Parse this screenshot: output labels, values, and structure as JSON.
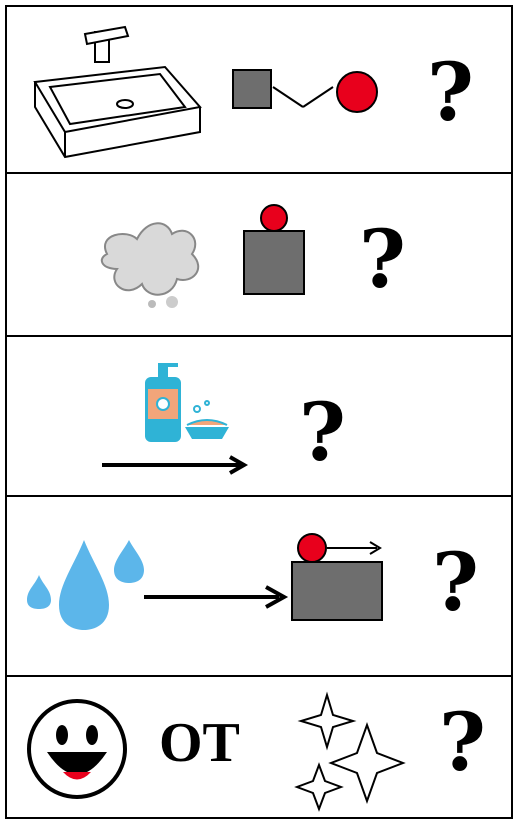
{
  "rows": [
    {
      "id": "sink-row",
      "question": "?"
    },
    {
      "id": "stain-row",
      "question": "?"
    },
    {
      "id": "soap-row",
      "question": "?"
    },
    {
      "id": "water-row",
      "question": "?"
    },
    {
      "id": "smile-row",
      "word": "ОТ",
      "question": "?"
    }
  ],
  "icons": {
    "row1": [
      "sink-icon",
      "square-icon",
      "arrows-icon",
      "red-circle-icon"
    ],
    "row2": [
      "stain-icon",
      "square-with-circle-icon"
    ],
    "row3": [
      "soap-dispenser-icon",
      "soap-bowl-icon",
      "long-arrow-icon"
    ],
    "row4": [
      "water-drops-icon",
      "long-arrow-icon",
      "square-with-moving-circle-icon"
    ],
    "row5": [
      "smiley-face-icon",
      "sparkles-icon"
    ]
  },
  "colors": {
    "red": "#e8001c",
    "gray": "#6e6e6e",
    "water": "#5cb6ea",
    "soap": "#2fb3d6",
    "soapOrange": "#f2a57a"
  }
}
